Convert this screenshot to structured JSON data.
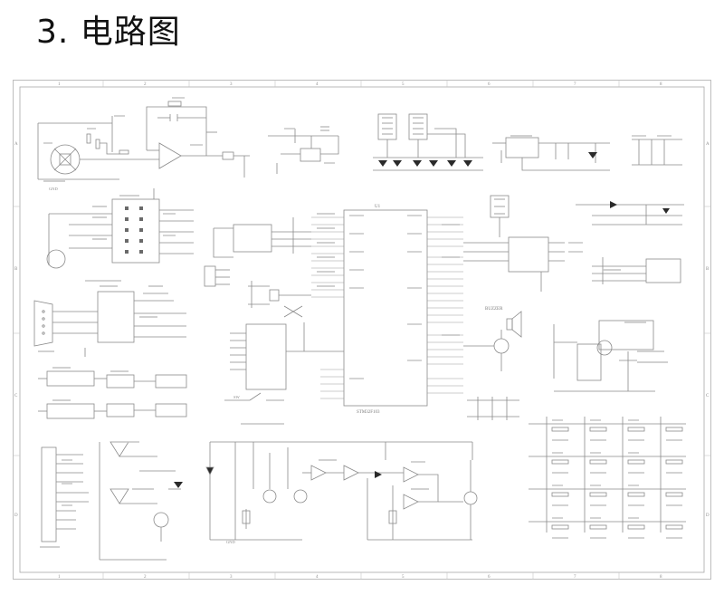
{
  "title": "3. 电路图",
  "border_index": {
    "top": [
      "1",
      "2",
      "3",
      "4",
      "5",
      "6",
      "7",
      "8"
    ],
    "bottom": [
      "1",
      "2",
      "3",
      "4",
      "5",
      "6",
      "7",
      "8"
    ],
    "left": [
      "A",
      "B",
      "C",
      "D"
    ],
    "right": [
      "A",
      "B",
      "C",
      "D"
    ]
  },
  "labels": {
    "mcu": "U1",
    "mcu_sub": "STM32F103",
    "buzzer": "BUZZER",
    "gnd": "GND",
    "sw": "SW"
  },
  "colors": {
    "line": "#8a8a8a",
    "faint": "#b9b9b9",
    "text": "#7a7a7a",
    "border": "#a9a9a9",
    "led": "#2a2a2a"
  }
}
